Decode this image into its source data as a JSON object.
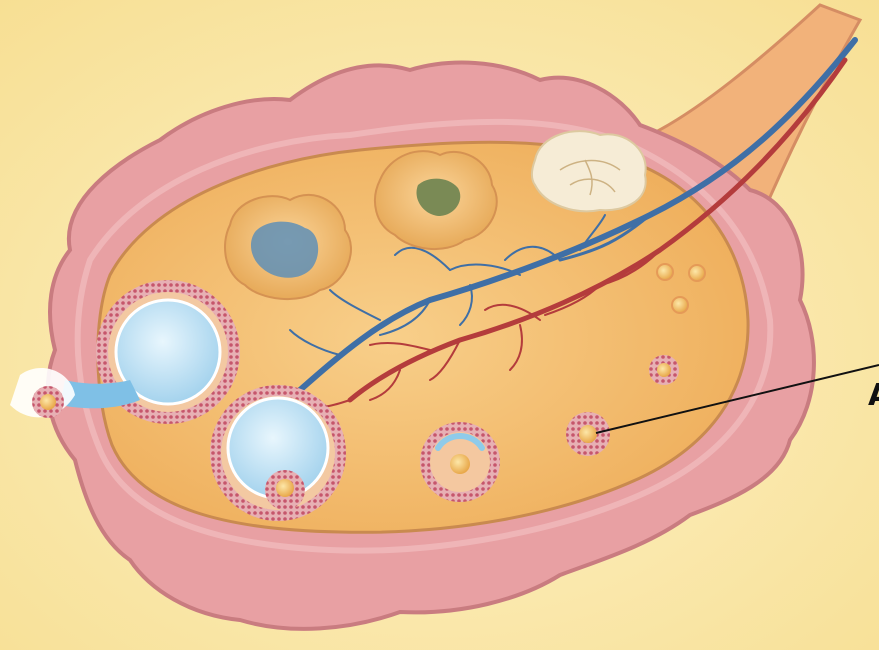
{
  "figure": {
    "callout_text": "A",
    "colors": {
      "background": "#fbe7a6",
      "outer_tissue": "#e8a0a3",
      "outer_tissue_edge": "#c97c80",
      "inner_cavity": "#f3bb6c",
      "artery": "#b43c3c",
      "vein": "#3f6fa6",
      "follicle_ring": "#c9566b",
      "antrum_fluid": "#bfe4f6",
      "oocyte": "#f2c46a",
      "corpus_albicans": "#f6ecd6",
      "callout_line": "#111111"
    },
    "icons": [
      "ovary-diagram",
      "follicle",
      "oocyte",
      "blood-vessel",
      "corpus-luteum",
      "corpus-albicans",
      "ovulation-release"
    ]
  }
}
